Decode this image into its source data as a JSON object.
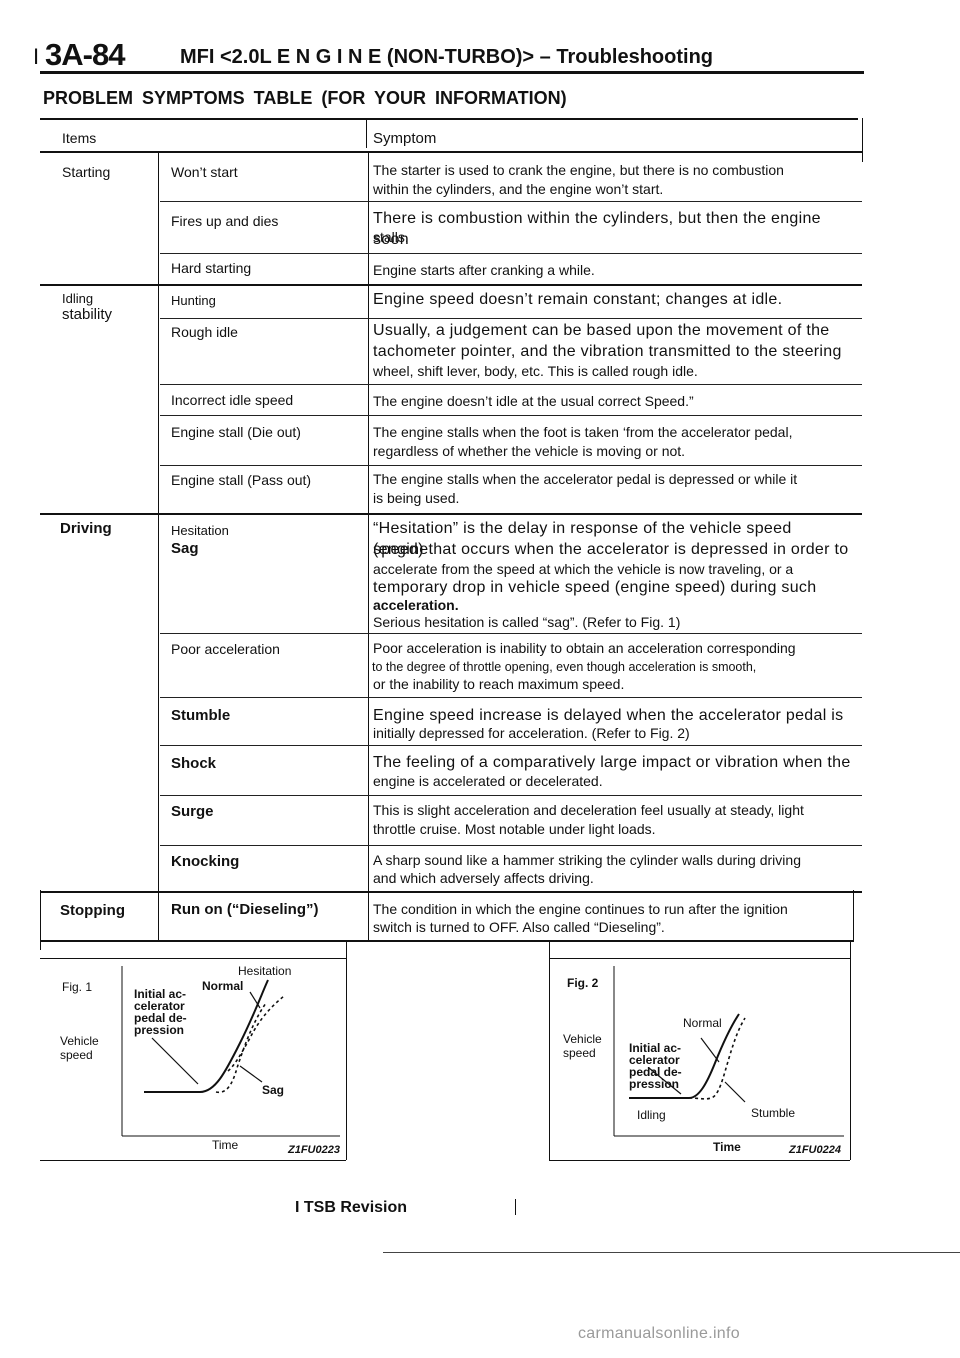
{
  "header": {
    "page_prefix": "I",
    "page_code": "3A-84",
    "title": "MFI <2.0L E N G I N E (NON-TURBO)> – Troubleshooting"
  },
  "section_title": "PROBLEM SYMPTOMS TABLE (FOR YOUR INFORMATION)",
  "table": {
    "col_items": "Items",
    "col_symptom": "Symptom",
    "categories": {
      "starting": "Starting",
      "idling_1": "Idling",
      "idling_2": "stability",
      "driving": "Driving",
      "stopping": "Stopping"
    },
    "rows": [
      {
        "item": "Won’t start",
        "symptom_1": "The starter is used to crank the engine, but there is no combustion",
        "symptom_2": "within the cylinders, and the engine won’t start."
      },
      {
        "item": "Fires up and dies",
        "symptom_1": "There is combustion within the cylinders, but then the engine soon",
        "symptom_2": "stalls."
      },
      {
        "item": "Hard starting",
        "symptom_1": "Engine starts after cranking a while."
      },
      {
        "item": "Hunting",
        "symptom_1": "Engine speed doesn’t remain constant; changes at idle."
      },
      {
        "item": "Rough idle",
        "symptom_1": "Usually, a judgement can be based upon the movement of the",
        "symptom_2": "tachometer pointer, and the vibration transmitted to the steering",
        "symptom_3": "wheel, shift lever, body, etc. This is called rough idle."
      },
      {
        "item": "Incorrect idle speed",
        "symptom_1": "The engine doesn’t idle at the usual correct Speed.”"
      },
      {
        "item": "Engine stall (Die out)",
        "symptom_1": "The engine stalls when the foot is taken ‘from the accelerator pedal,",
        "symptom_2": "regardless of whether the vehicle is moving or not."
      },
      {
        "item": "Engine stall (Pass out)",
        "symptom_1": "The engine stalls when the accelerator pedal is depressed or while it",
        "symptom_2": "is being used."
      },
      {
        "item": "Hesitation",
        "item_2": "Sag",
        "symptom_1": "“Hesitation” is the delay in response of the vehicle speed (engine",
        "symptom_2": "speed) that occurs when the accelerator is depressed in order to",
        "symptom_3": "accelerate from the speed at which the vehicle is now traveling, or a",
        "symptom_4": "temporary drop in vehicle speed (engine speed) during such",
        "symptom_5": "acceleration.",
        "symptom_6": "Serious hesitation is called “sag”. (Refer to Fig. 1)"
      },
      {
        "item": "Poor acceleration",
        "symptom_1": "Poor acceleration is inability to obtain an acceleration corresponding",
        "symptom_2": "to the degree of throttle opening, even though acceleration is smooth,",
        "symptom_3": "or the inability to reach maximum speed."
      },
      {
        "item": "Stumble",
        "symptom_1": "Engine speed increase is delayed when the accelerator pedal is",
        "symptom_2": "initially depressed for acceleration. (Refer to Fig. 2)"
      },
      {
        "item": "Shock",
        "symptom_1": "The feeling of a comparatively large impact or vibration when the",
        "symptom_2": "engine is accelerated or decelerated."
      },
      {
        "item": "Surge",
        "symptom_1": "This is slight acceleration and deceleration feel usually at steady, light",
        "symptom_2": "throttle cruise. Most notable under light loads."
      },
      {
        "item": "Knocking",
        "symptom_1": "A sharp sound like a hammer striking the cylinder walls during driving",
        "symptom_2": "and which adversely affects driving."
      },
      {
        "item": "Run on (“Dieseling”)",
        "symptom_1": "The condition in which the engine continues to run after the ignition",
        "symptom_2": "switch is turned to OFF. Also called “Dieseling”."
      }
    ]
  },
  "fig1": {
    "label": "Fig. 1",
    "title": "Hesitation",
    "normal": "Normal",
    "initial_1": "Initial ac-",
    "initial_2": "celerator",
    "initial_3": "pedal de-",
    "initial_4": "pression",
    "ylabel_1": "Vehicle",
    "ylabel_2": "speed",
    "sag": "Sag",
    "xlabel": "Time",
    "code": "Z1FU0223"
  },
  "fig2": {
    "label": "Fig. 2",
    "normal": "Normal",
    "initial_1": "Initial ac-",
    "initial_2": "celerator",
    "initial_3": "pedal de-",
    "initial_4": "pression",
    "ylabel_1": "Vehicle",
    "ylabel_2": "speed",
    "idling": "Idling",
    "stumble": "Stumble",
    "xlabel": "Time",
    "code": "Z1FU0224"
  },
  "footer": {
    "prefix": "I",
    "revision": "TSB Revision"
  },
  "watermark": "carmanualsonline.info"
}
